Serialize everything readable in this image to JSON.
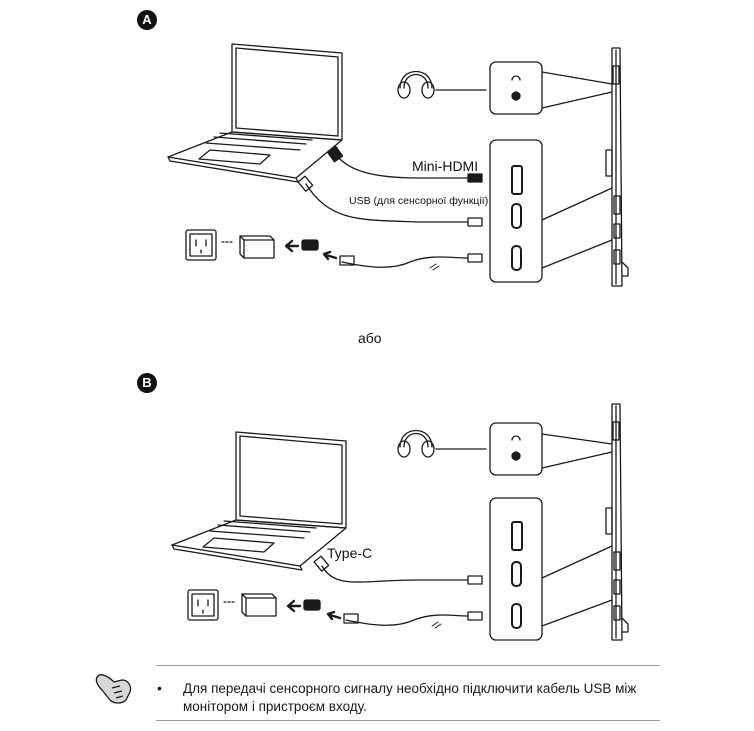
{
  "diagram_a": {
    "badge": "A",
    "label_mini_hdmi": "Mini-HDMI",
    "label_usb_touch": "USB (для сенсорної функції)"
  },
  "separator_text": "або",
  "diagram_b": {
    "badge": "B",
    "label_type_c": "Type-C"
  },
  "note": {
    "bullet": "•",
    "text": "Для передачі сенсорного сигналу необхідно підключити кабель USB між монітором і пристроєм входу."
  },
  "colors": {
    "ink": "#1a1a1a",
    "rule": "#9a9a9a",
    "badge_bg": "#111111"
  }
}
